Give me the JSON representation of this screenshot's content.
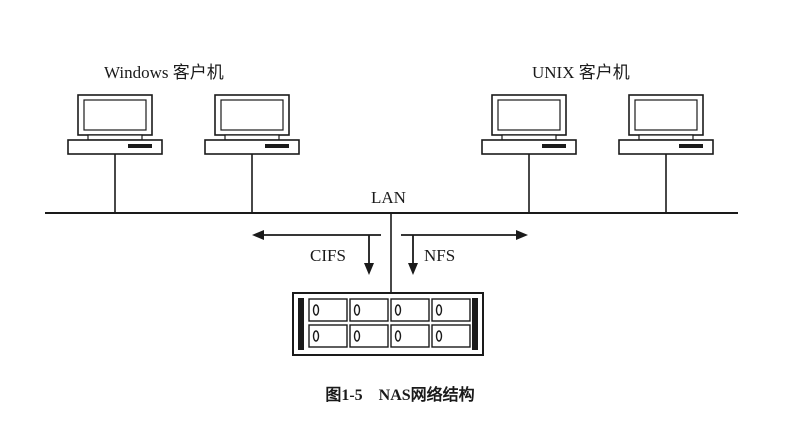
{
  "labels": {
    "windows_clients": "Windows 客户机",
    "unix_clients": "UNIX 客户机",
    "lan": "LAN",
    "cifs": "CIFS",
    "nfs": "NFS"
  },
  "caption": {
    "figure_number": "图1-5",
    "title": "NAS网络结构"
  }
}
